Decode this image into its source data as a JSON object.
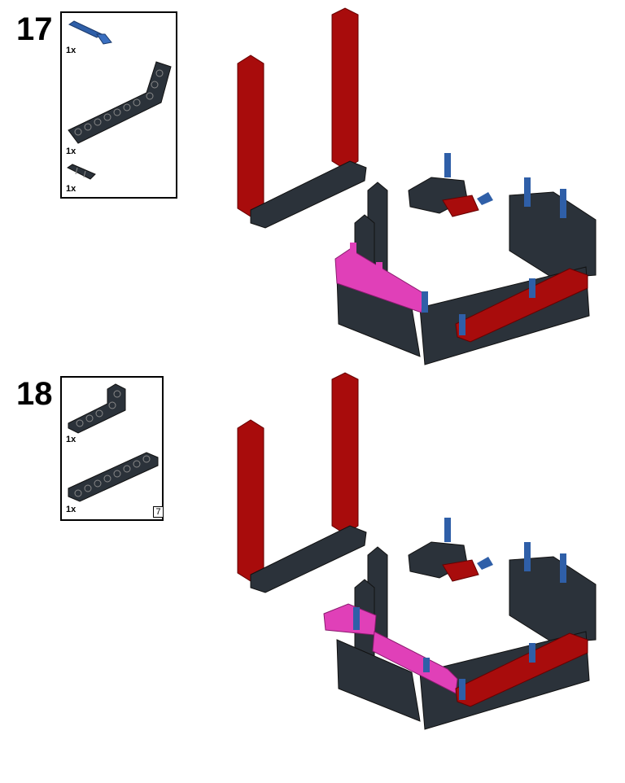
{
  "steps": [
    {
      "number": "17",
      "parts": [
        {
          "qty": "1x",
          "icon": "blue-axle-pin-icon",
          "color": "#2f5fa8"
        },
        {
          "qty": "1x",
          "icon": "bent-liftarm-icon",
          "color": "#2b323a"
        },
        {
          "qty": "1x",
          "icon": "black-pin-icon",
          "color": "#2b323a"
        }
      ]
    },
    {
      "number": "18",
      "parts": [
        {
          "qty": "1x",
          "icon": "l-liftarm-icon",
          "color": "#2b323a"
        },
        {
          "qty": "1x",
          "icon": "straight-liftarm-icon",
          "color": "#2b323a"
        }
      ],
      "page_ref": "7"
    }
  ],
  "colors": {
    "red": "#a80c0c",
    "dark_gray": "#2b323a",
    "magenta": "#e040b8",
    "blue": "#2f5fa8"
  }
}
